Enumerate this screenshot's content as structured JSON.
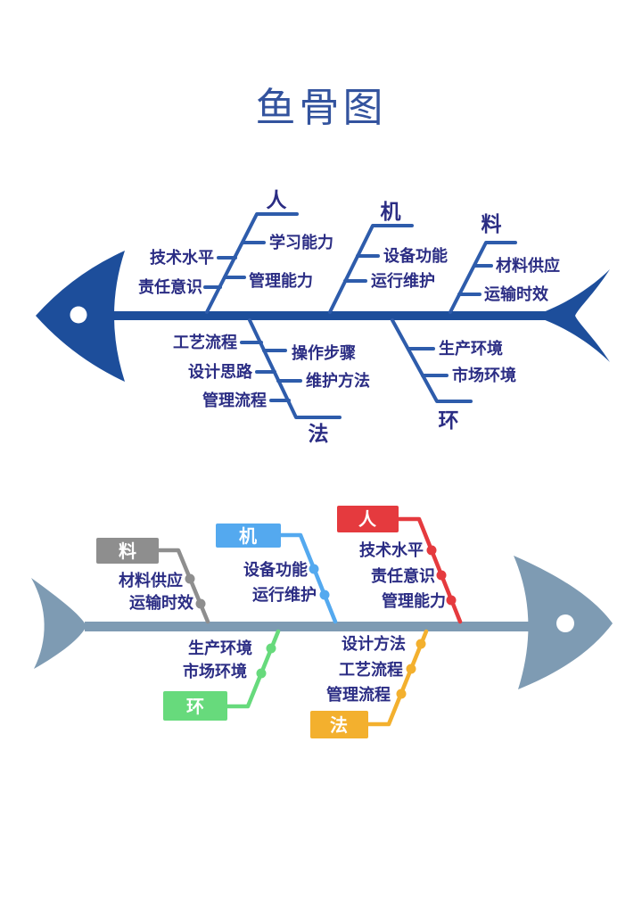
{
  "title": "鱼骨图",
  "colors": {
    "title_blue": "#33539e",
    "fish1_body": "#1d4e9b",
    "fish1_bones": "#2e5cab",
    "item_text_navy": "#2b2d84",
    "fish2_body": "#7e9bb3",
    "cat_material_gray": "#8e8e8e",
    "cat_machine_blue": "#54a9ef",
    "cat_people_red": "#e53a3e",
    "cat_environment_green": "#67da7c",
    "cat_method_yellow": "#f3b02e"
  },
  "fish1": {
    "branches": {
      "people": {
        "label": "人",
        "left_items": [
          "技术水平",
          "责任意识"
        ],
        "right_items": [
          "学习能力",
          "管理能力"
        ]
      },
      "machine": {
        "label": "机",
        "items": [
          "设备功能",
          "运行维护"
        ]
      },
      "material": {
        "label": "料",
        "items": [
          "材料供应",
          "运输时效"
        ]
      },
      "method": {
        "label": "法",
        "left_items": [
          "工艺流程",
          "设计思路",
          "管理流程"
        ],
        "right_items": [
          "操作步骤",
          "维护方法"
        ]
      },
      "environment": {
        "label": "环",
        "items": [
          "生产环境",
          "市场环境"
        ]
      }
    }
  },
  "fish2": {
    "branches": {
      "material": {
        "label": "料",
        "items": [
          "材料供应",
          "运输时效"
        ]
      },
      "machine": {
        "label": "机",
        "items": [
          "设备功能",
          "运行维护"
        ]
      },
      "people": {
        "label": "人",
        "items": [
          "技术水平",
          "责任意识",
          "管理能力"
        ]
      },
      "environment": {
        "label": "环",
        "items": [
          "生产环境",
          "市场环境"
        ]
      },
      "method": {
        "label": "法",
        "items": [
          "设计方法",
          "工艺流程",
          "管理流程"
        ]
      }
    }
  }
}
